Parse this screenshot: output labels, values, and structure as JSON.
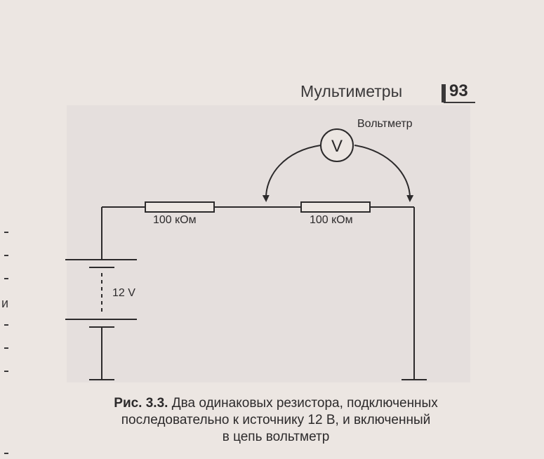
{
  "header": {
    "title": "Мультиметры",
    "page_number": "93"
  },
  "figure": {
    "voltmeter_label": "Вольтметр",
    "voltmeter_symbol": "V",
    "resistor_1_label": "100 кОм",
    "resistor_2_label": "100 кОм",
    "battery_label": "12 V"
  },
  "caption": {
    "prefix": "Рис. 3.3.",
    "text_line1": "Два одинаковых резистора, подключенных",
    "text_line2": "последовательно к источнику 12 В, и включенный",
    "text_line3": "в цепь вольтметр"
  },
  "margin": {
    "fragment": "и"
  }
}
